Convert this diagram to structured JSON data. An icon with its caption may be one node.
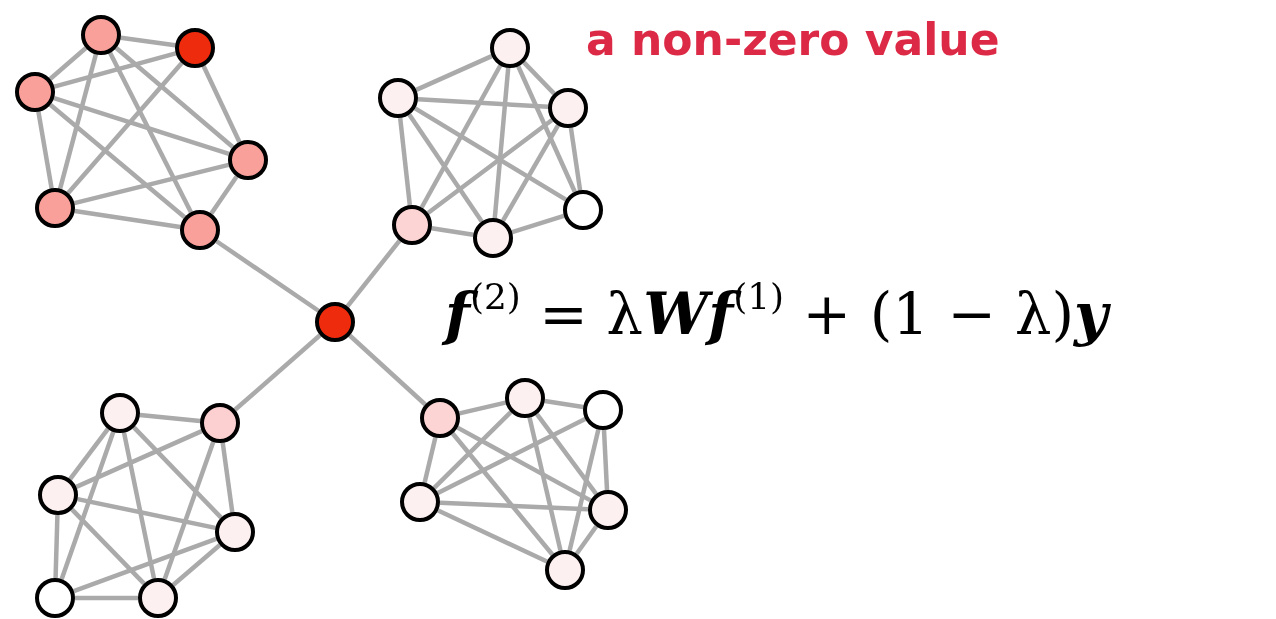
{
  "diagram": {
    "nodes": [
      {
        "text": [],
        "shape": "circle"
      },
      {
        "text": [],
        "shape": "circle"
      },
      {
        "text": [],
        "shape": "circle"
      },
      {
        "text": [],
        "shape": "circle"
      },
      {
        "text": [],
        "shape": "circle"
      },
      {
        "text": [],
        "shape": "circle"
      },
      {
        "text": [],
        "shape": "circle"
      },
      {
        "text": [],
        "shape": "circle"
      },
      {
        "text": [],
        "shape": "circle"
      },
      {
        "text": [],
        "shape": "circle"
      },
      {
        "text": [],
        "shape": "circle"
      },
      {
        "text": [],
        "shape": "circle"
      },
      {
        "text": [],
        "shape": "circle"
      },
      {
        "text": [],
        "shape": "circle"
      },
      {
        "text": [],
        "shape": "circle"
      },
      {
        "text": [],
        "shape": "circle"
      },
      {
        "text": [],
        "shape": "circle"
      },
      {
        "text": [],
        "shape": "circle"
      },
      {
        "text": [],
        "shape": "circle"
      },
      {
        "text": [],
        "shape": "circle"
      },
      {
        "text": [],
        "shape": "circle"
      },
      {
        "text": [],
        "shape": "circle"
      },
      {
        "text": [],
        "shape": "circle"
      },
      {
        "text": [],
        "shape": "circle"
      },
      {
        "text": [],
        "shape": "circle"
      }
    ],
    "edges": [
      {
        "from": 0,
        "to": 1,
        "arrow": "none"
      },
      {
        "from": 0,
        "to": 2,
        "arrow": "none"
      },
      {
        "from": 0,
        "to": 3,
        "arrow": "none"
      },
      {
        "from": 0,
        "to": 4,
        "arrow": "none"
      },
      {
        "from": 0,
        "to": 5,
        "arrow": "none"
      },
      {
        "from": 1,
        "to": 2,
        "arrow": "none"
      },
      {
        "from": 1,
        "to": 3,
        "arrow": "none"
      },
      {
        "from": 1,
        "to": 4,
        "arrow": "none"
      },
      {
        "from": 2,
        "to": 3,
        "arrow": "none"
      },
      {
        "from": 2,
        "to": 4,
        "arrow": "none"
      },
      {
        "from": 2,
        "to": 5,
        "arrow": "none"
      },
      {
        "from": 3,
        "to": 4,
        "arrow": "none"
      },
      {
        "from": 3,
        "to": 5,
        "arrow": "none"
      },
      {
        "from": 4,
        "to": 5,
        "arrow": "none"
      },
      {
        "from": 6,
        "to": 7,
        "arrow": "none"
      },
      {
        "from": 6,
        "to": 8,
        "arrow": "none"
      },
      {
        "from": 6,
        "to": 9,
        "arrow": "none"
      },
      {
        "from": 6,
        "to": 10,
        "arrow": "none"
      },
      {
        "from": 6,
        "to": 11,
        "arrow": "none"
      },
      {
        "from": 7,
        "to": 8,
        "arrow": "none"
      },
      {
        "from": 7,
        "to": 9,
        "arrow": "none"
      },
      {
        "from": 7,
        "to": 10,
        "arrow": "none"
      },
      {
        "from": 7,
        "to": 11,
        "arrow": "none"
      },
      {
        "from": 8,
        "to": 9,
        "arrow": "none"
      },
      {
        "from": 8,
        "to": 10,
        "arrow": "none"
      },
      {
        "from": 8,
        "to": 11,
        "arrow": "none"
      },
      {
        "from": 9,
        "to": 10,
        "arrow": "none"
      },
      {
        "from": 10,
        "to": 11,
        "arrow": "none"
      },
      {
        "from": 12,
        "to": 5,
        "arrow": "none"
      },
      {
        "from": 12,
        "to": 9,
        "arrow": "none"
      },
      {
        "from": 12,
        "to": 14,
        "arrow": "none"
      },
      {
        "from": 12,
        "to": 19,
        "arrow": "none"
      },
      {
        "from": 13,
        "to": 14,
        "arrow": "none"
      },
      {
        "from": 13,
        "to": 15,
        "arrow": "none"
      },
      {
        "from": 13,
        "to": 16,
        "arrow": "none"
      },
      {
        "from": 13,
        "to": 17,
        "arrow": "none"
      },
      {
        "from": 13,
        "to": 18,
        "arrow": "none"
      },
      {
        "from": 14,
        "to": 15,
        "arrow": "none"
      },
      {
        "from": 14,
        "to": 16,
        "arrow": "none"
      },
      {
        "from": 14,
        "to": 18,
        "arrow": "none"
      },
      {
        "from": 15,
        "to": 16,
        "arrow": "none"
      },
      {
        "from": 15,
        "to": 17,
        "arrow": "none"
      },
      {
        "from": 15,
        "to": 18,
        "arrow": "none"
      },
      {
        "from": 17,
        "to": 16,
        "arrow": "none"
      },
      {
        "from": 17,
        "to": 18,
        "arrow": "none"
      },
      {
        "from": 18,
        "to": 16,
        "arrow": "none"
      },
      {
        "from": 19,
        "to": 20,
        "arrow": "none"
      },
      {
        "from": 19,
        "to": 22,
        "arrow": "none"
      },
      {
        "from": 19,
        "to": 23,
        "arrow": "none"
      },
      {
        "from": 19,
        "to": 24,
        "arrow": "none"
      },
      {
        "from": 20,
        "to": 21,
        "arrow": "none"
      },
      {
        "from": 20,
        "to": 22,
        "arrow": "none"
      },
      {
        "from": 20,
        "to": 23,
        "arrow": "none"
      },
      {
        "from": 20,
        "to": 24,
        "arrow": "none"
      },
      {
        "from": 21,
        "to": 22,
        "arrow": "none"
      },
      {
        "from": 21,
        "to": 23,
        "arrow": "none"
      },
      {
        "from": 21,
        "to": 24,
        "arrow": "none"
      },
      {
        "from": 22,
        "to": 23,
        "arrow": "none"
      },
      {
        "from": 22,
        "to": 24,
        "arrow": "none"
      },
      {
        "from": 23,
        "to": 24,
        "arrow": "none"
      }
    ],
    "labels": [
      "a non-zero value",
      "**f**$^{(2)}$ = λ**Wf**$^{(1)}$ + (1 − λ)**y**"
    ]
  }
}
